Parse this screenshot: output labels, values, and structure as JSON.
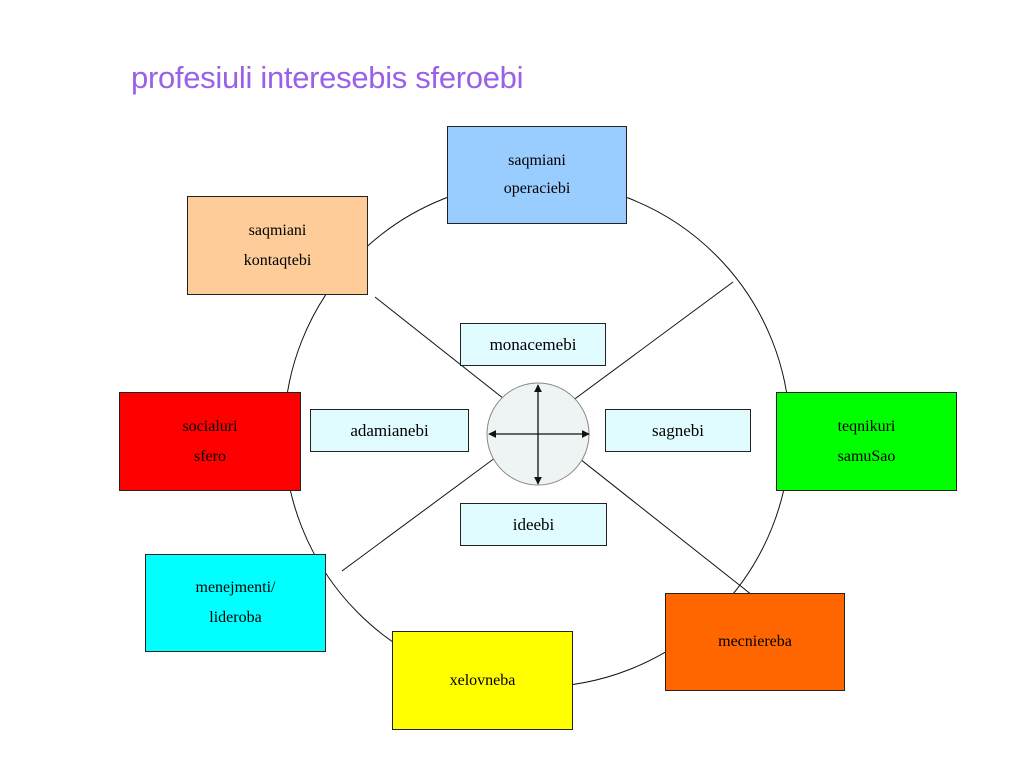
{
  "title": "profesiuli interesebis sferoebi",
  "colors": {
    "title": "#9a60e8",
    "line": "#111111",
    "compass_fill": "#eef3f4",
    "compass_stroke": "#888888",
    "center_label_fill": "#e0fcff"
  },
  "outer_spheres": [
    {
      "id": "operaciebi",
      "lines": [
        "saqmiani",
        "operaciebi"
      ],
      "color": "#99ccff"
    },
    {
      "id": "kontaqtebi",
      "lines": [
        "saqmiani",
        "kontaqtebi"
      ],
      "color": "#fdcc99"
    },
    {
      "id": "sfero",
      "lines": [
        "socialuri",
        "sfero"
      ],
      "color": "#ff0000"
    },
    {
      "id": "teqnikuri",
      "lines": [
        "teqnikuri",
        "samuSao"
      ],
      "color": "#00ff00"
    },
    {
      "id": "menejmenti",
      "lines": [
        "menejmenti/",
        "lideroba"
      ],
      "color": "#00ffff"
    },
    {
      "id": "mecniereba",
      "lines": [
        "mecniereba"
      ],
      "color": "#ff6600"
    },
    {
      "id": "xelovneba",
      "lines": [
        "xelovneba"
      ],
      "color": "#ffff00"
    }
  ],
  "center_labels": {
    "monacemebi": "monacemebi",
    "adamianebi": "adamianebi",
    "sagnebi": "sagnebi",
    "ideebi": "ideebi"
  },
  "icons": {
    "compass": "compass-rose-icon"
  }
}
